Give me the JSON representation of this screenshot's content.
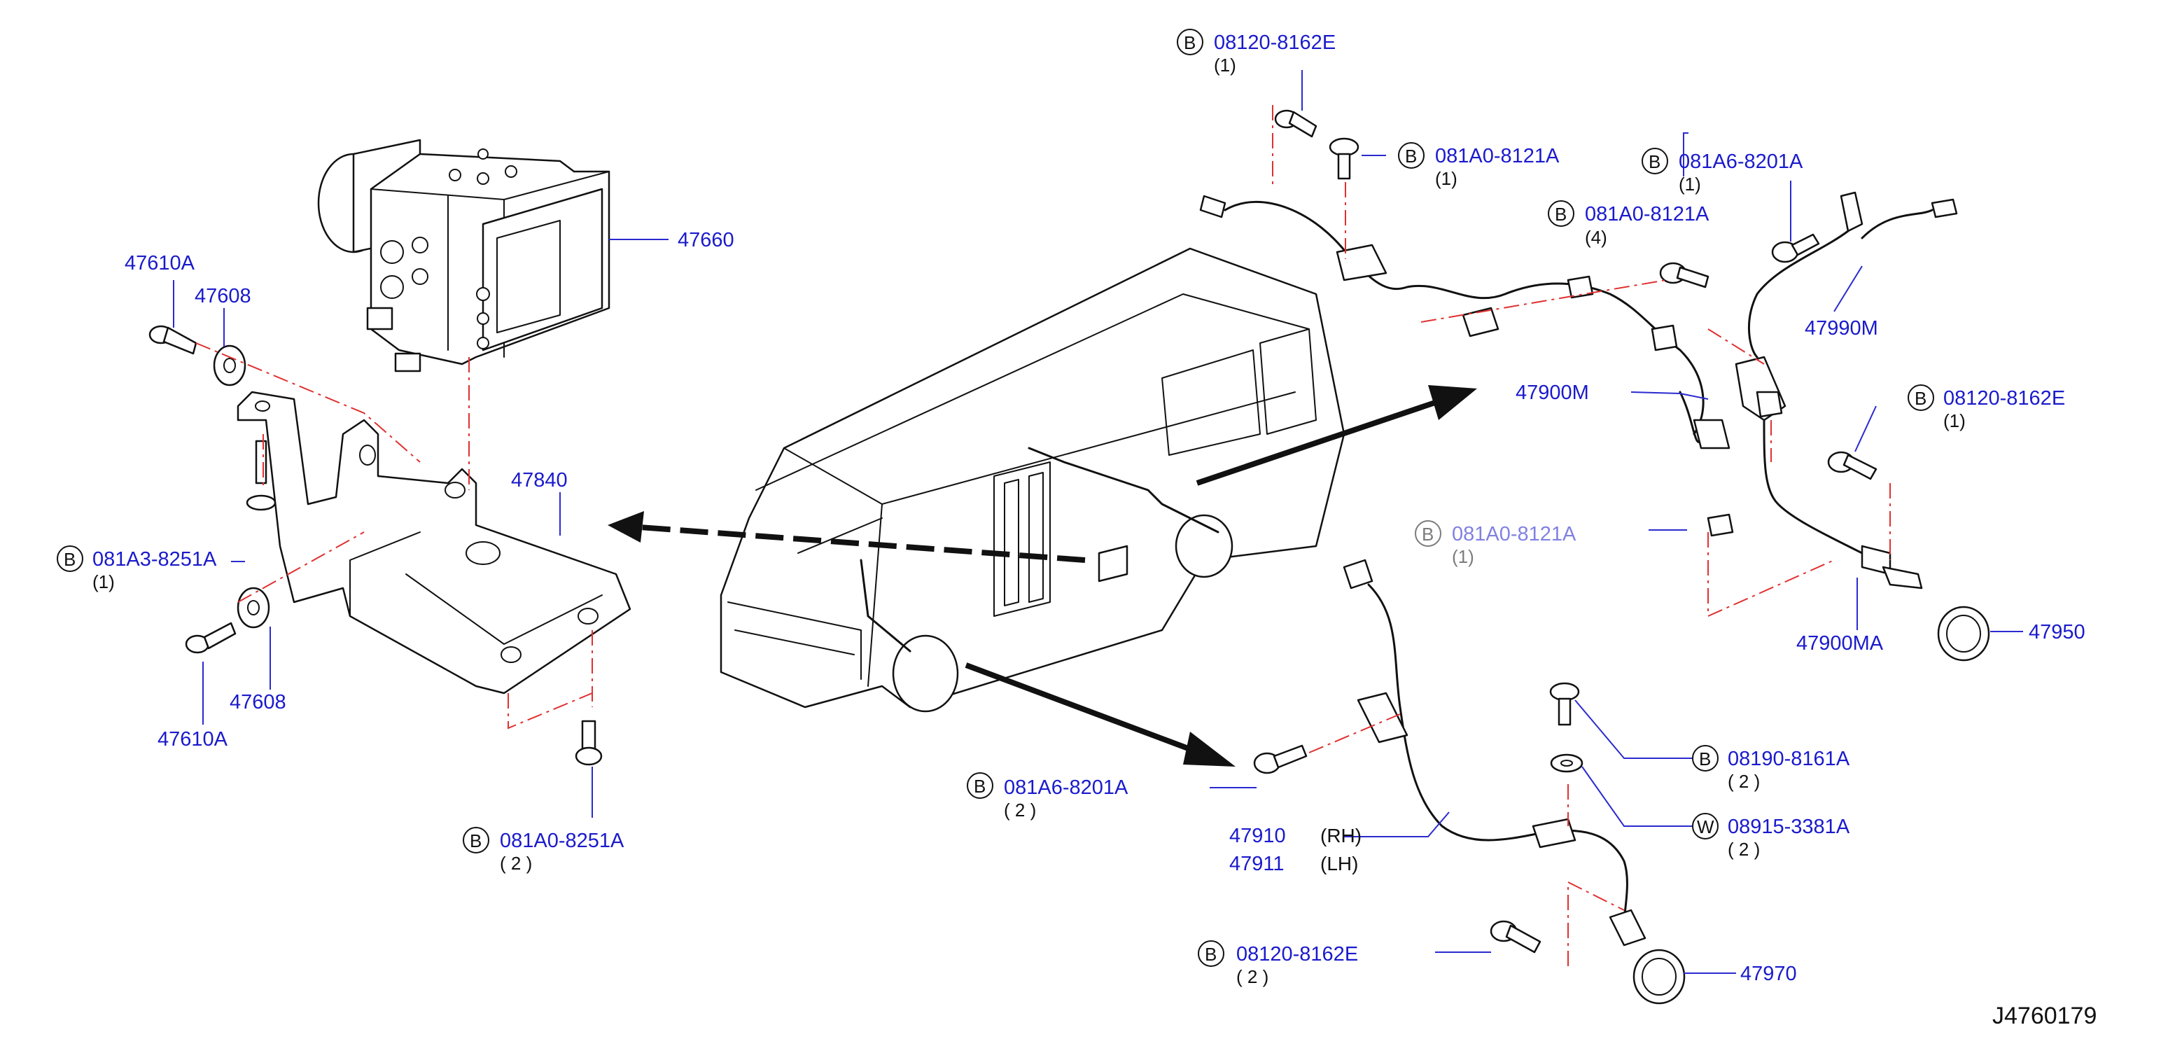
{
  "diagram_id": "J4760179",
  "colors": {
    "part_number": "#1a1acc",
    "center_line": "#e03030",
    "outline": "#111111",
    "background": "#ffffff"
  },
  "labels": {
    "p47660": "47660",
    "p47610a_top": "47610A",
    "p47608_top": "47608",
    "p47840": "47840",
    "b_081a3_8251a": {
      "circle": "B",
      "number": "081A3-8251A",
      "qty": "(1)"
    },
    "p47608_bot": "47608",
    "p47610a_bot": "47610A",
    "b_081a0_8251a": {
      "circle": "B",
      "number": "081A0-8251A",
      "qty": "( 2 )"
    },
    "b_08120_8162e_top": {
      "circle": "B",
      "number": "08120-8162E",
      "qty": "(1)"
    },
    "b_081a0_8121a_top": {
      "circle": "B",
      "number": "081A0-8121A",
      "qty": "(1)"
    },
    "b_081a6_8201a_top": {
      "circle": "B",
      "number": "081A6-8201A",
      "qty": "(1)"
    },
    "b_081a0_8121a_mid": {
      "circle": "B",
      "number": "081A0-8121A",
      "qty": "(4)"
    },
    "p47990m": "47990M",
    "p47900m": "47900M",
    "b_08120_8162e_right": {
      "circle": "B",
      "number": "08120-8162E",
      "qty": "(1)"
    },
    "b_081a0_8121a_faint": {
      "circle": "B",
      "number": "081A0-8121A",
      "qty": "(1)"
    },
    "p47900ma": "47900MA",
    "p47950": "47950",
    "b_081a6_8201a_bot": {
      "circle": "B",
      "number": "081A6-8201A",
      "qty": "( 2 )"
    },
    "b_08190_8161a": {
      "circle": "B",
      "number": "08190-8161A",
      "qty": "( 2 )"
    },
    "w_08915_3381a": {
      "circle": "W",
      "number": "08915-3381A",
      "qty": "( 2 )"
    },
    "p47910": {
      "number": "47910",
      "side": "(RH)"
    },
    "p47911": {
      "number": "47911",
      "side": "(LH)"
    },
    "b_08120_8162e_bot": {
      "circle": "B",
      "number": "08120-8162E",
      "qty": "( 2 )"
    },
    "p47970": "47970"
  }
}
